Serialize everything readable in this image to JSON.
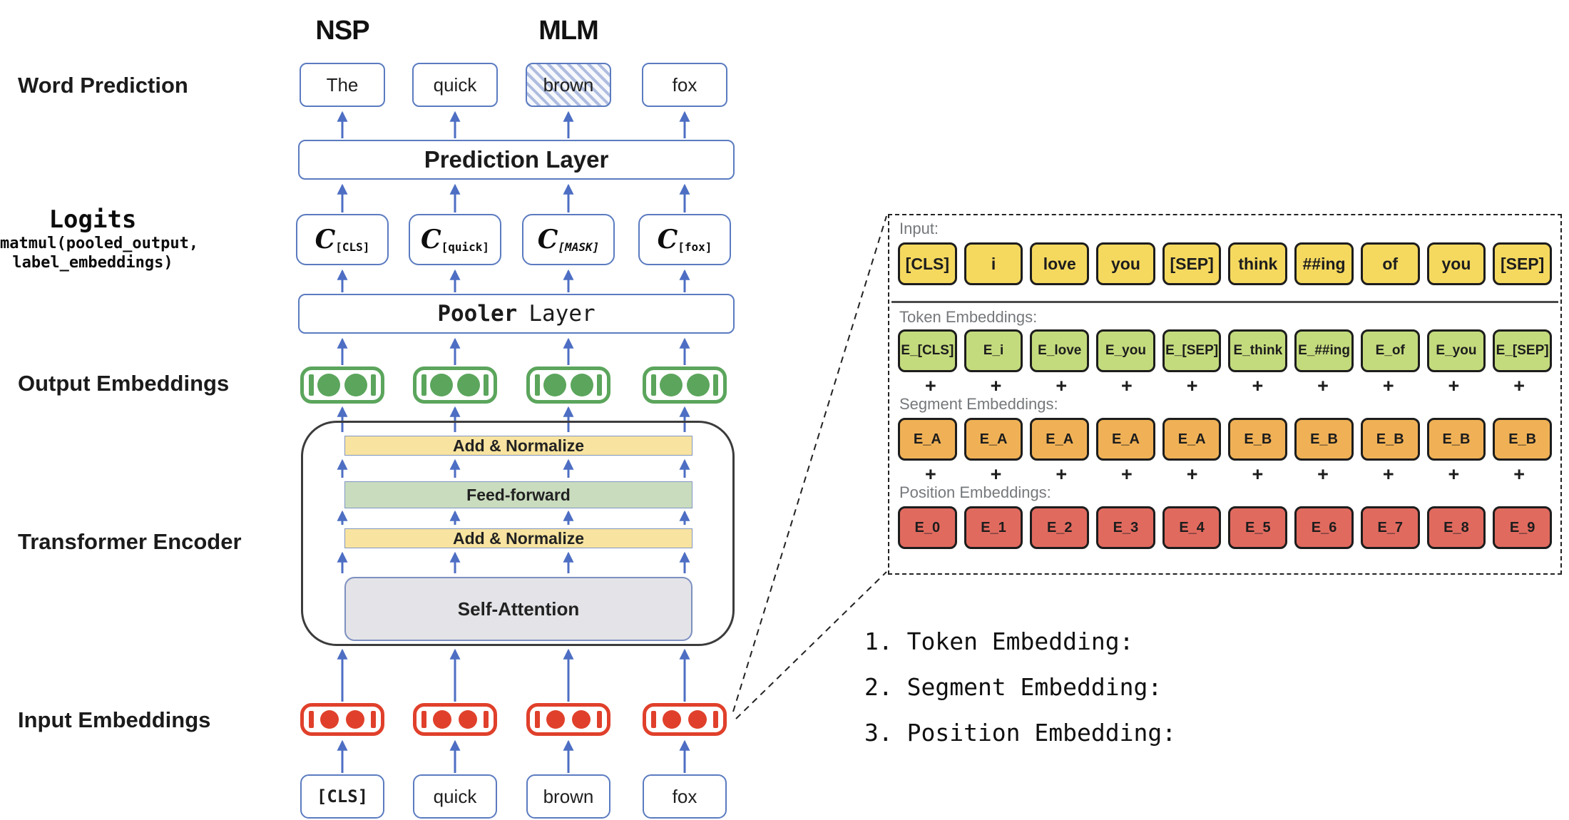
{
  "labels": {
    "nsp": "NSP",
    "mlm": "MLM",
    "word_prediction": "Word Prediction",
    "logits": "Logits",
    "logits_code_1": "matmul(pooled_output,",
    "logits_code_2": "label_embeddings)",
    "output_embeddings": "Output Embeddings",
    "transformer_encoder": "Transformer Encoder",
    "input_embeddings": "Input Embeddings",
    "prediction_layer": "Prediction Layer",
    "pooler_bold": "Pooler",
    "pooler_rest": "Layer",
    "add_normalize_top": "Add & Normalize",
    "feed_forward": "Feed-forward",
    "add_normalize_bottom": "Add & Normalize",
    "self_attention": "Self-Attention"
  },
  "word_predictions": [
    {
      "text": "The",
      "masked": false
    },
    {
      "text": "quick",
      "masked": false
    },
    {
      "text": "brown",
      "masked": true
    },
    {
      "text": "fox",
      "masked": false
    }
  ],
  "logit_cells": [
    {
      "base": "C",
      "sub": "[CLS]",
      "italic_sub": false
    },
    {
      "base": "C",
      "sub": "[quick]",
      "italic_sub": false
    },
    {
      "base": "C",
      "sub": "[MASK]",
      "italic_sub": true
    },
    {
      "base": "C",
      "sub": "[fox]",
      "italic_sub": false
    }
  ],
  "input_tokens": [
    {
      "text": "[CLS]",
      "mono": true
    },
    {
      "text": "quick",
      "mono": false
    },
    {
      "text": "brown",
      "mono": false
    },
    {
      "text": "fox",
      "mono": false
    }
  ],
  "zoom_panel": {
    "input_label": "Input:",
    "token_label": "Token Embeddings:",
    "segment_label": "Segment Embeddings:",
    "position_label": "Position Embeddings:",
    "plus_sign": "+",
    "input_row": [
      "[CLS]",
      "i",
      "love",
      "you",
      "[SEP]",
      "think",
      "##ing",
      "of",
      "you",
      "[SEP]"
    ],
    "token_row": [
      "E_[CLS]",
      "E_i",
      "E_love",
      "E_you",
      "E_[SEP]",
      "E_think",
      "E_##ing",
      "E_of",
      "E_you",
      "E_[SEP]"
    ],
    "segment_row": [
      "E_A",
      "E_A",
      "E_A",
      "E_A",
      "E_A",
      "E_B",
      "E_B",
      "E_B",
      "E_B",
      "E_B"
    ],
    "position_row": [
      "E_0",
      "E_1",
      "E_2",
      "E_3",
      "E_4",
      "E_5",
      "E_6",
      "E_7",
      "E_8",
      "E_9"
    ]
  },
  "notes": [
    "1. Token Embedding:",
    "2. Segment Embedding:",
    "3. Position Embedding:"
  ],
  "colors": {
    "box_border_blue": "#5b7bc0",
    "arrow_blue": "#4d6ec3",
    "capsule_green": "#5BA55C",
    "capsule_red": "#E0402B",
    "encoder_border": "#3c3c3c",
    "bar_yellow": "#F8E4A0",
    "bar_green": "#C9DCBE",
    "self_attention_gray": "#E4E4E8",
    "panel_input_yellow": "#F5D95F",
    "panel_token_green": "#C4DB7D",
    "panel_segment_orange": "#F0B156",
    "panel_position_red": "#E16A5F",
    "panel_label_gray": "#75787b",
    "mask_hatch_blue": "#aebcdf"
  }
}
